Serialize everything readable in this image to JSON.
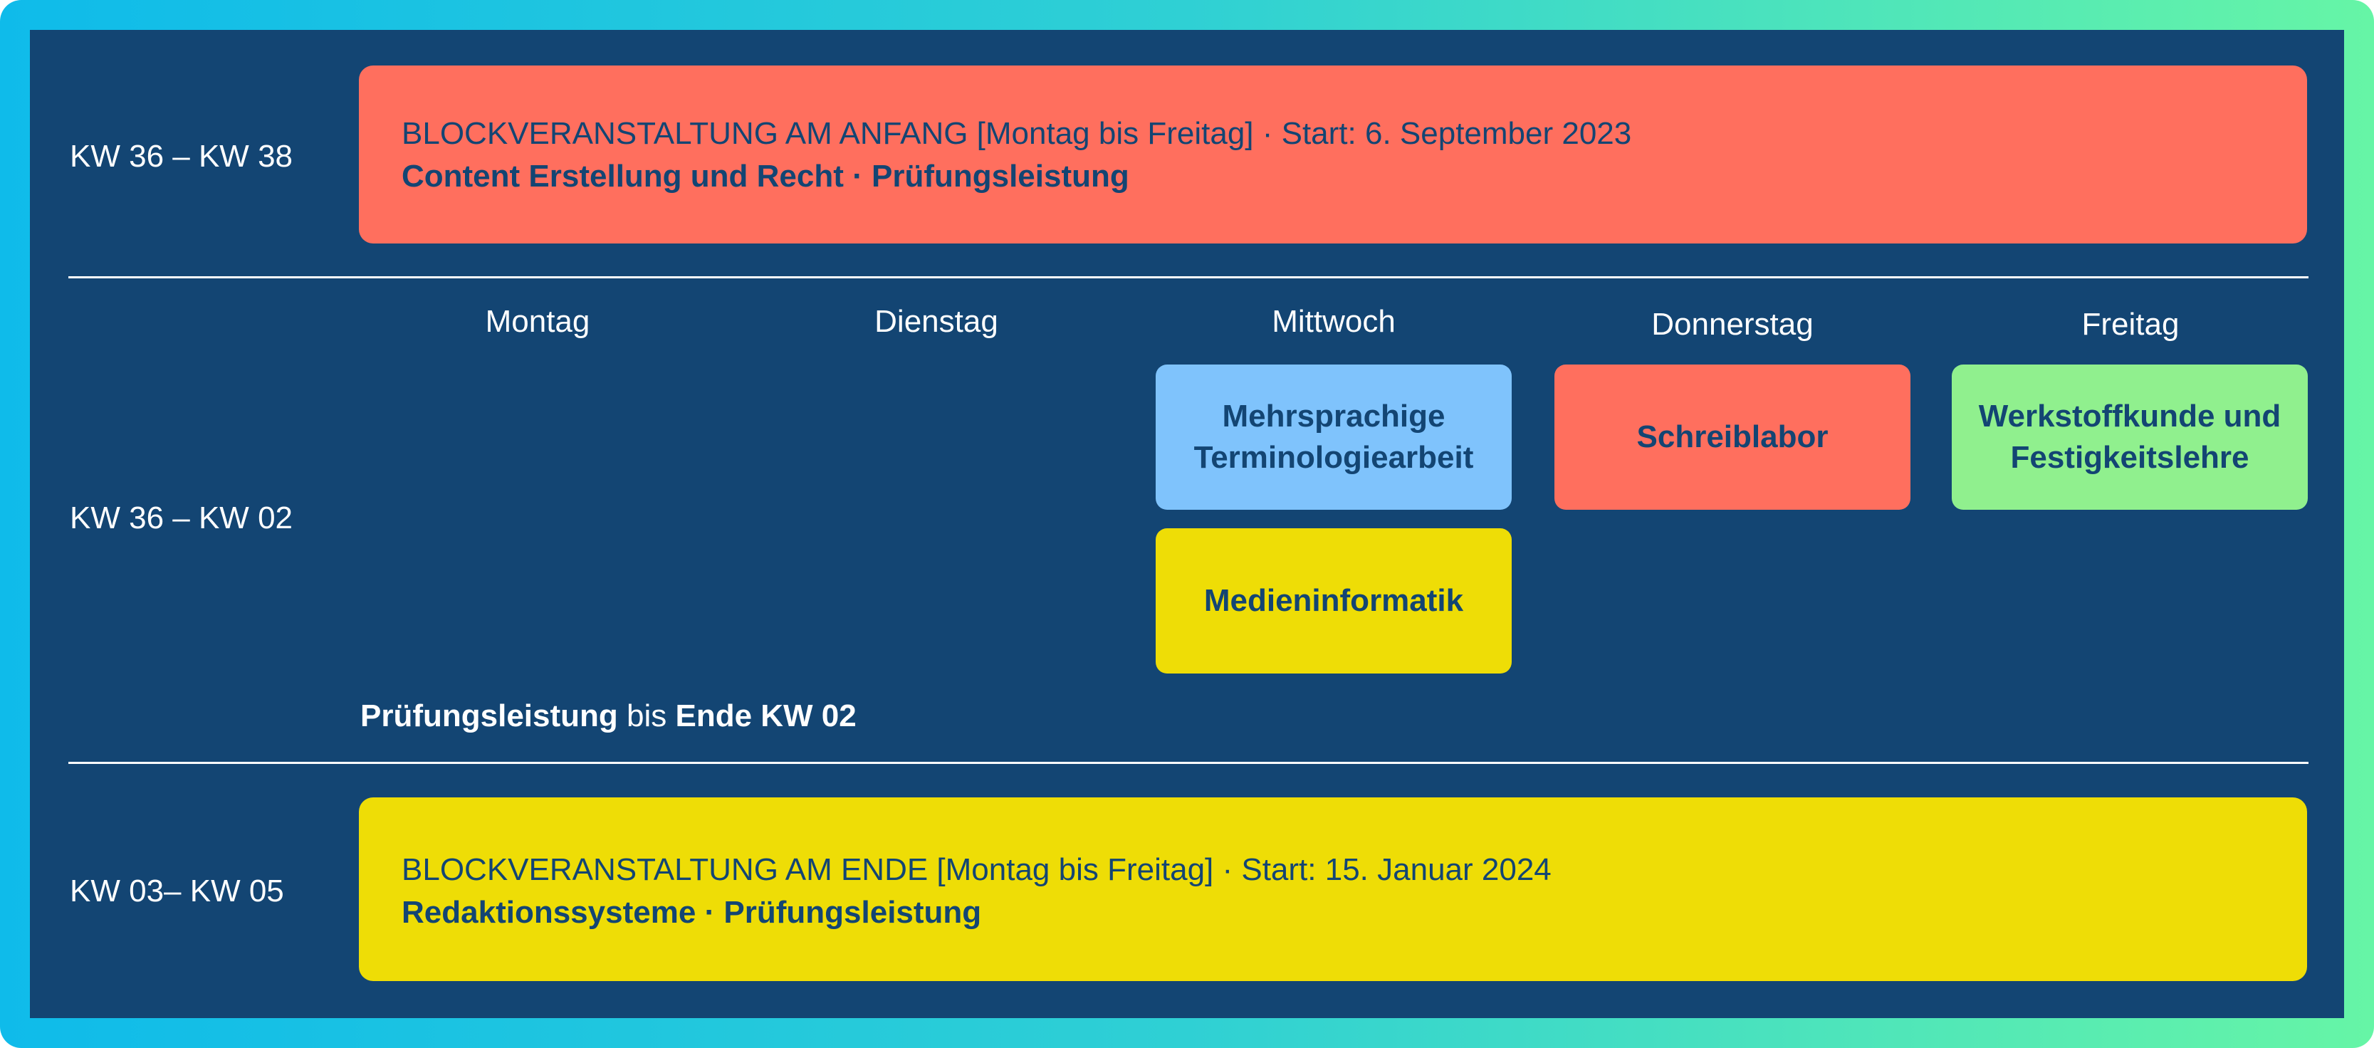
{
  "colors": {
    "panel": "#134573",
    "red": "#ff6f5e",
    "yellow": "#eedd06",
    "blue": "#7fc3fc",
    "green": "#90f08e",
    "text_dark": "#134573",
    "text_light": "#ffffff"
  },
  "rows": {
    "top": {
      "week_label": "KW 36 – KW 38",
      "block_title": "BLOCKVERANSTALTUNG AM ANFANG [Montag bis Freitag] · Start: 6. September 2023",
      "block_course": "Content Erstellung und Recht · Prüfungsleistung"
    },
    "middle": {
      "week_label": "KW 36 – KW 02",
      "days": [
        "Montag",
        "Dienstag",
        "Mittwoch",
        "Donnerstag",
        "Freitag"
      ],
      "courses": {
        "mehrsprachige": {
          "line1": "Mehrsprachige",
          "line2": "Terminologiearbeit"
        },
        "medieninformatik": "Medieninformatik",
        "schreiblabor": "Schreiblabor",
        "werkstoffkunde": {
          "line1": "Werkstoffkunde und",
          "line2": "Festigkeitslehre"
        }
      },
      "note": {
        "part1": "Prüfungsleistung",
        "part2": " bis ",
        "part3": "Ende KW 02"
      }
    },
    "bottom": {
      "week_label": "KW 03– KW 05",
      "block_title": "BLOCKVERANSTALTUNG AM ENDE [Montag bis Freitag] · Start: 15. Januar 2024",
      "block_course": "Redaktionssysteme · Prüfungsleistung"
    }
  }
}
